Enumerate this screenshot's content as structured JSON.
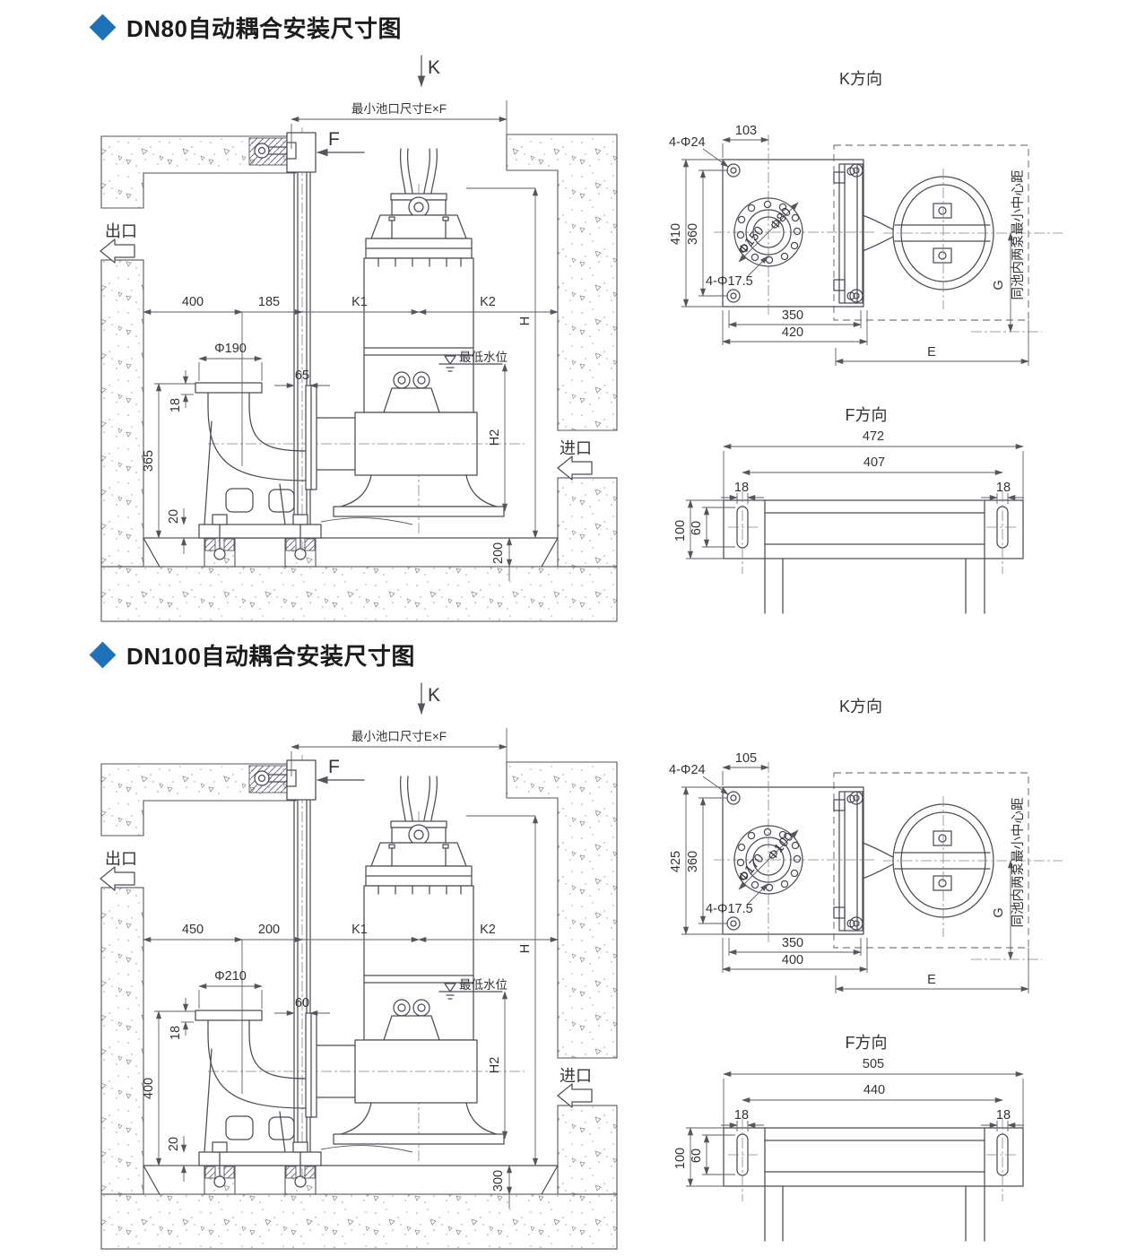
{
  "page": {
    "background": "#ffffff",
    "accent_color": "#1f72b9",
    "line_color": "#4c4c54"
  },
  "sections": [
    {
      "id": "dn80",
      "title": "DN80自动耦合安装尺寸图",
      "install": {
        "k_label": "K",
        "f_label": "F",
        "pool_dim": "最小池口尺寸E×F",
        "outlet": "出口",
        "inlet": "进口",
        "water_level": "最低水位",
        "rail_width": "65",
        "d1": "400",
        "d2": "185",
        "k1": "K1",
        "k2": "K2",
        "flange_dia": "Φ190",
        "flange_thk": "18",
        "elbow_h": "365",
        "base_thk": "20",
        "sump": "200",
        "h": "H",
        "h2": "H2"
      },
      "k_view": {
        "title": "K方向",
        "anchor_note": "4-Φ24",
        "d_offset": "103",
        "plate_h": "410",
        "bolt_span": "360",
        "dia_outer": "Φ150",
        "dia_inner": "Φ80",
        "bolt_note": "4-Φ17.5",
        "d_350": "350",
        "d_420": "420",
        "e": "E",
        "g": "G",
        "center_note": "同池内两泵最小中心距"
      },
      "f_view": {
        "title": "F方向",
        "w_outer": "472",
        "w_inner": "407",
        "slot_w_l": "18",
        "slot_w_r": "18",
        "bar_h": "100",
        "slot_len": "60"
      }
    },
    {
      "id": "dn100",
      "title": "DN100自动耦合安装尺寸图",
      "install": {
        "k_label": "K",
        "f_label": "F",
        "pool_dim": "最小池口尺寸E×F",
        "outlet": "出口",
        "inlet": "进口",
        "water_level": "最低水位",
        "rail_width": "60",
        "d1": "450",
        "d2": "200",
        "k1": "K1",
        "k2": "K2",
        "flange_dia": "Φ210",
        "flange_thk": "18",
        "elbow_h": "400",
        "base_thk": "20",
        "sump": "300",
        "h": "H",
        "h2": "H2"
      },
      "k_view": {
        "title": "K方向",
        "anchor_note": "4-Φ24",
        "d_offset": "105",
        "plate_h": "425",
        "bolt_span": "360",
        "dia_outer": "Φ170",
        "dia_inner": "Φ100",
        "bolt_note": "4-Φ17.5",
        "d_350": "350",
        "d_420": "400",
        "e": "E",
        "g": "G",
        "center_note": "同池内两泵最小中心距"
      },
      "f_view": {
        "title": "F方向",
        "w_outer": "505",
        "w_inner": "440",
        "slot_w_l": "18",
        "slot_w_r": "18",
        "bar_h": "100",
        "slot_len": "60"
      }
    }
  ]
}
